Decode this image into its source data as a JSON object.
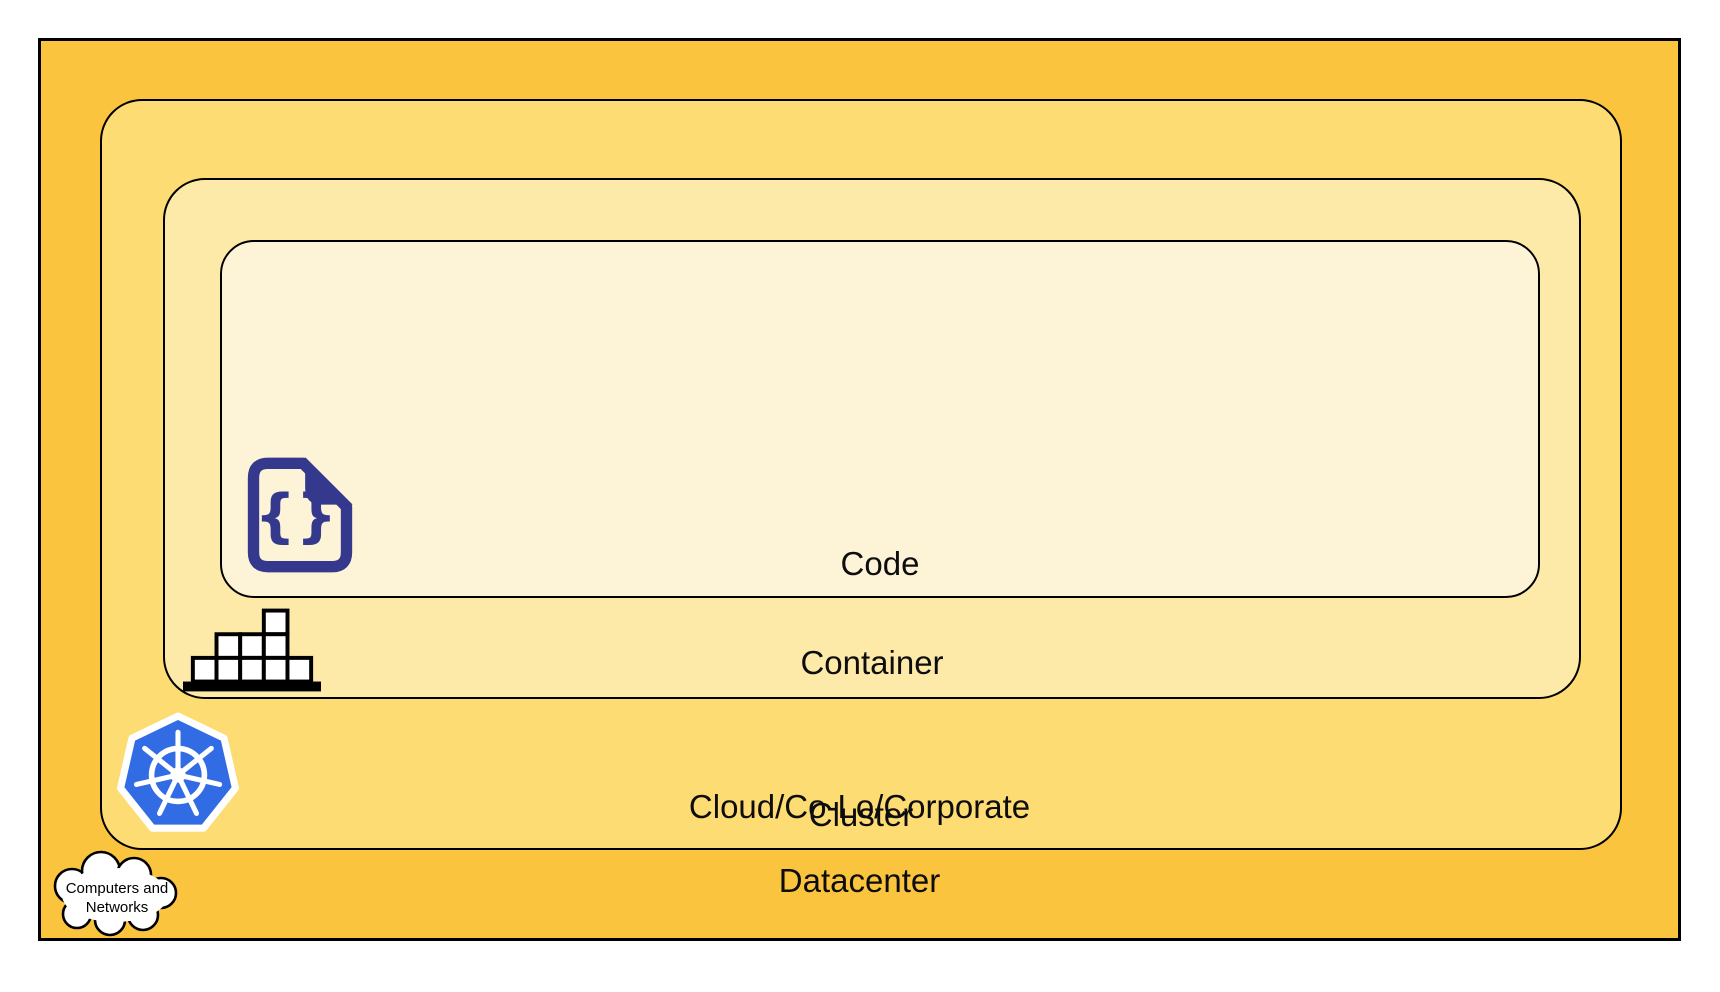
{
  "diagram": {
    "type": "nested-layers",
    "layers": {
      "code": {
        "label": "Code"
      },
      "container": {
        "label": "Container"
      },
      "cluster": {
        "label": "Cluster"
      },
      "datacenter": {
        "line1": "Cloud/Co-Lo/Corporate",
        "line2": "Datacenter"
      }
    },
    "cloud_callout": {
      "line1": "Computers and",
      "line2": "Networks"
    },
    "icons": {
      "code": "code-file-icon",
      "container": "container-stack-icon",
      "cluster": "kubernetes-icon",
      "datacenter": "cloud-icon"
    },
    "colors": {
      "datacenter_fill": "#FAC43E",
      "cluster_fill": "#FDDC73",
      "container_fill": "#FDEAA9",
      "code_fill": "#FDF4D7",
      "border": "#000000",
      "code_icon": "#35398D",
      "kubernetes_blue": "#326CE5",
      "cloud_fill": "#FFFFFF"
    }
  }
}
